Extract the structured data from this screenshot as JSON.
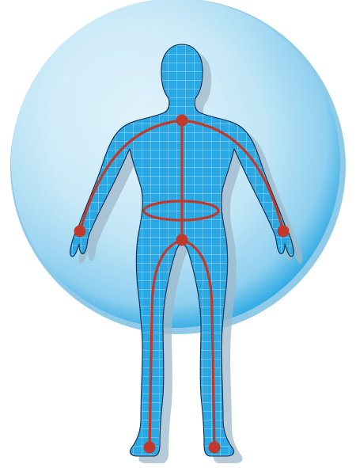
{
  "illustration": {
    "subject": "body-measurement-figure",
    "colors": {
      "background": "#ffffff",
      "circle_light": "#d6eef9",
      "circle_mid": "#a9dcf3",
      "circle_edge": "#2aa8e4",
      "body_fill": "#2aa8e4",
      "body_outline": "#0d2a4a",
      "grid_line": "#9ed8f3",
      "shadow": "#9fb8c9",
      "measure_line": "#c0392b",
      "measure_point": "#c0392b"
    },
    "measure_points": [
      "neck",
      "left-wrist",
      "right-wrist",
      "crotch",
      "left-ankle",
      "right-ankle"
    ],
    "measure_lines": [
      "spine",
      "left-arm",
      "right-arm",
      "waist",
      "left-leg",
      "right-leg"
    ]
  }
}
